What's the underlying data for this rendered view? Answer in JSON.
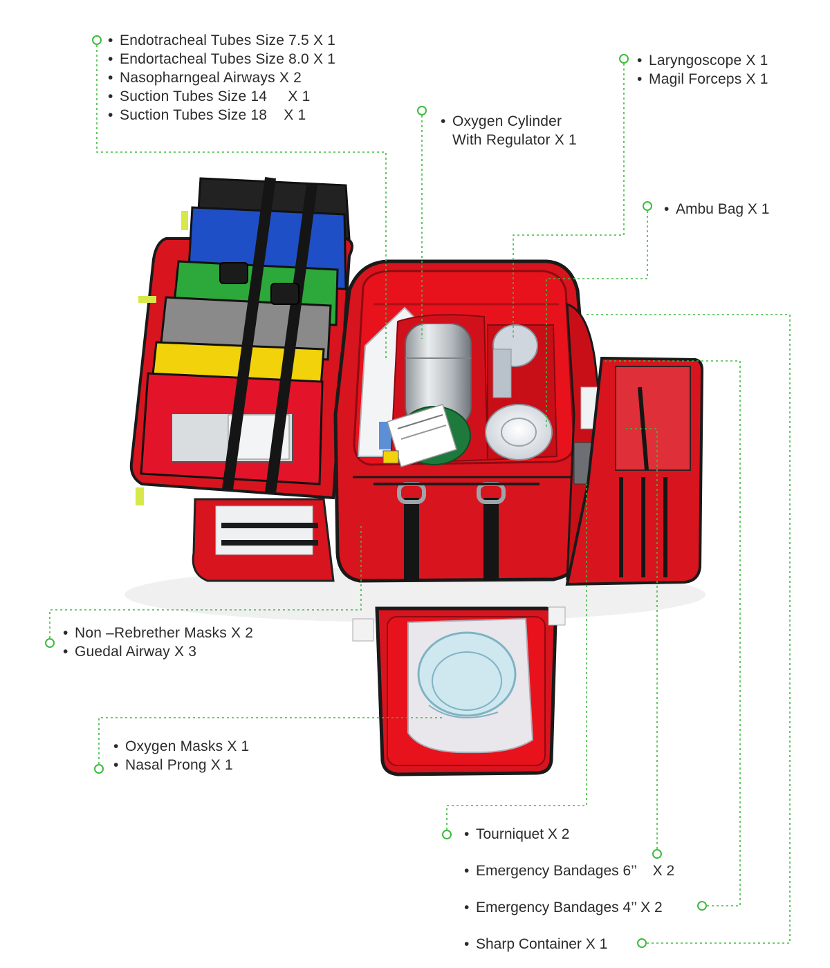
{
  "colors": {
    "leader": "#3dbb3d",
    "text": "#2b2b2b",
    "bag_red": "#d8141e",
    "bag_dark_red": "#9a0d14",
    "pouch_black": "#222222",
    "pouch_blue": "#1f4fc7",
    "pouch_green": "#2da83a",
    "pouch_gray": "#8a8a8a",
    "pouch_yellow": "#f2d20a",
    "cylinder_silver": "#c9cdd1",
    "cylinder_green": "#1d7a3c"
  },
  "groups": {
    "airway_tubes": [
      "Endotracheal Tubes Size 7.5 X 1",
      "Endortacheal Tubes Size 8.0 X 1",
      "Nasopharngeal Airways X 2",
      "Suction Tubes Size 14     X 1",
      "Suction Tubes Size 18    X 1"
    ],
    "laryngoscope": [
      "Laryngoscope X 1",
      "Magil Forceps X 1"
    ],
    "oxygen_cylinder": {
      "line1": "Oxygen Cylinder",
      "line2": "With Regulator X 1"
    },
    "ambu_bag": "Ambu Bag X 1",
    "masks": [
      "Non –Rebrether Masks X 2",
      "Guedal Airway X 3"
    ],
    "oxygen_masks": [
      "Oxygen Masks X 1",
      "Nasal Prong X 1"
    ],
    "tourniquet": "Tourniquet X 2",
    "bandages_6": "Emergency Bandages 6’’    X 2",
    "bandages_4": "Emergency Bandages 4’’ X 2",
    "sharp_container": "Sharp Container X 1"
  }
}
